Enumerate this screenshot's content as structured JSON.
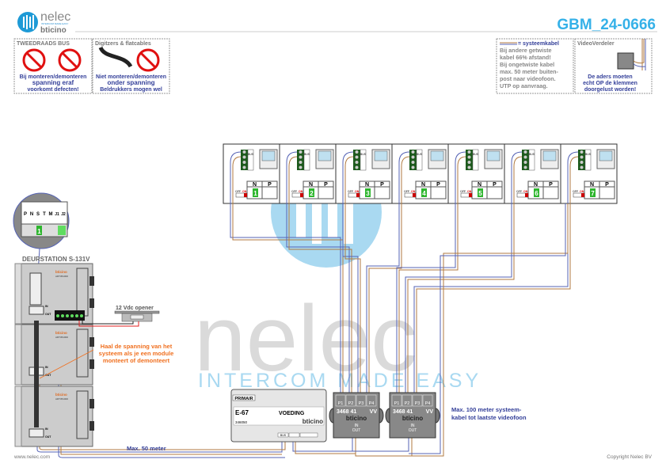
{
  "header": {
    "logo_brand": "nelec",
    "logo_tagline": "INTERCOM MADE EASY",
    "logo_partner": "bticino",
    "doc_id": "GBM_24-0666"
  },
  "notices": [
    {
      "title": "TWEEDRAADS BUS",
      "lines": [
        "Bij monteren/demonteren",
        "spanning eraf",
        "voorkomt defecten!"
      ]
    },
    {
      "title": "Digitzers & flatcables",
      "lines": [
        "Niet monteren/demonteren",
        "onder spanning",
        "Beldrukkers mogen wel"
      ]
    },
    {
      "title": "= systeemkabel",
      "lines": [
        "Bij andere getwiste",
        "kabel 66% afstand!",
        "Bij ongetwiste kabel",
        "max. 50 meter buiten-",
        "post naar videofoon.",
        "UTP op aanvraag."
      ]
    },
    {
      "title": "VideoVerdeler",
      "lines": [
        "De aders moeten",
        "echt OP de klemmen",
        "doorgelust worden!"
      ]
    }
  ],
  "videophones": {
    "numbers": [
      "1",
      "2",
      "3",
      "4",
      "5",
      "6",
      "7"
    ],
    "label_n": "N",
    "label_p": "P",
    "label_off": "OFF",
    "label_on": "ON",
    "label_bus": "BUS"
  },
  "door_station": {
    "title": "DEURSTATION S-131V",
    "terminals": [
      "P",
      "N",
      "S",
      "T",
      "M",
      "J1",
      "J2"
    ],
    "code_value": "1",
    "module_brand": "bticino",
    "module_code": "ART351000",
    "in_label": "IN",
    "out_label": "OUT"
  },
  "opener": {
    "label": "12 Vdc opener"
  },
  "warning_note": [
    "Haal de spanning van het",
    "systeem als je een module",
    "monteert of demonteert"
  ],
  "power_supply": {
    "model": "E-67",
    "name": "VOEDING",
    "code": "346050",
    "primary_label": "PRIMAIR",
    "brand": "bticino",
    "bus_label": "BUS"
  },
  "distributors": [
    {
      "model": "3468 41",
      "suffix": "VV",
      "ports": [
        "P1",
        "P2",
        "P3",
        "P4"
      ],
      "in": "IN",
      "out": "OUT",
      "brand": "bticino"
    },
    {
      "model": "3468 41",
      "suffix": "VV",
      "ports": [
        "P1",
        "P2",
        "P3",
        "P4"
      ],
      "in": "IN",
      "out": "OUT",
      "brand": "bticino"
    }
  ],
  "notes": {
    "max_100": [
      "Max. 100 meter systeem-",
      "kabel tot laatste videofoon"
    ],
    "max_50": "Max. 50 meter"
  },
  "watermark": {
    "brand": "nelec",
    "tagline": "INTERCOM MADE EASY"
  },
  "footer": {
    "website": "www.nelec.com",
    "copyright": "Copyright Nelec BV"
  },
  "colors": {
    "accent": "#35b1e8",
    "wire_brown": "#b07a40",
    "wire_blue": "#5563b5",
    "warning": "#f07020",
    "text_blue": "#333f99",
    "green": "#2db52d"
  }
}
